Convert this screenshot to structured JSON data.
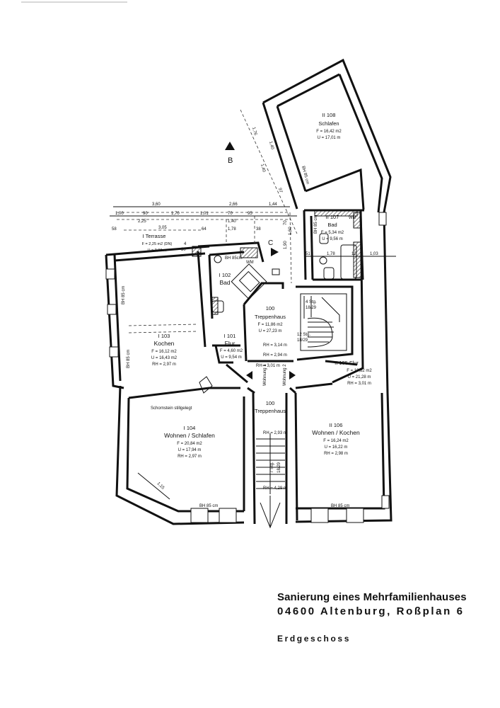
{
  "title_block": {
    "line1": "Sanierung eines Mehrfamilienhauses",
    "line2": "04600 Altenburg, Roßplan 6",
    "line3": "Erdgeschoss"
  },
  "section_markers": {
    "b": "B",
    "c": "C"
  },
  "rooms": {
    "r108": {
      "id": "II 108",
      "name": "Schlafen",
      "area": "F = 16,42 m2",
      "perimeter": "U = 17,01 m"
    },
    "r107": {
      "id": "II 107",
      "name": "Bad",
      "area": "F = 5,34 m2",
      "perimeter": "U = 9,56 m",
      "wm": "WM",
      "sill": "BH 85 cm"
    },
    "terrasse": {
      "id": "I Terrasse",
      "area": "F = 2,25 m2 (DN)",
      "perimeter": "U = 9,00 m"
    },
    "r102": {
      "id": "I 102",
      "name": "Bad",
      "wm": "WM",
      "sill": "BH 85cm"
    },
    "r100a": {
      "id": "100",
      "name": "Treppenhaus",
      "area": "F = 11,86 m2",
      "perimeter": "U = 27,23 m",
      "rh1": "RH = 3,14 m",
      "rh2": "RH = 2,94 m",
      "rh3": "RH = 3,01 m",
      "steps1": "4 Stg.",
      "steps1b": "18/29",
      "steps2": "12 Stg.",
      "steps2b": "18/29"
    },
    "r103": {
      "id": "I 103",
      "name": "Kochen",
      "area": "F = 16,12 m2",
      "perimeter": "U = 16,43 m2",
      "rh": "RH = 2,97 m",
      "sill1": "BH 85 cm",
      "sill2": "BH 85 cm"
    },
    "r101": {
      "id": "I 101",
      "name": "Flur",
      "area": "F = 4,60 m2",
      "perimeter": "U = 9,54 m"
    },
    "r105": {
      "id": "II 105 Flur",
      "area": "F = 10,82 m2",
      "perimeter": "U = 21,28 m",
      "rh": "RH = 3,01 m"
    },
    "wohnung1": "Wohnung 1",
    "wohnung2": "Wohnung 2",
    "schornstein": "Schornstein stillgelegt",
    "r104": {
      "id": "I 104",
      "name": "Wohnen / Schlafen",
      "area": "F = 20,84 m2",
      "perimeter": "U = 17,94 m",
      "rh": "RH = 2,97 m",
      "sill": "BH 85 cm",
      "diag": "1,15"
    },
    "r100b": {
      "id": "100",
      "name": "Treppenhaus",
      "rh1": "RH = 2,93 m",
      "rh2": "RH = 4,29 m",
      "steps": "7 Stg.",
      "stepsb": "18/29"
    },
    "r106": {
      "id": "II 106",
      "name": "Wohnen / Kochen",
      "area": "F = 16,24 m2",
      "perimeter": "U = 16,22 m",
      "rh": "RH = 2,98 m",
      "sill": "BH 85 cm"
    }
  },
  "dimensions": {
    "d360": "3,60",
    "d266": "2,66",
    "d144": "1,44",
    "d100": "1,00",
    "d90": "90",
    "d170": "1,70",
    "d101": "1,01",
    "d70a": "70",
    "d95": "95",
    "d225": "2,25",
    "d140": "1,40",
    "d305": "3,05",
    "d58": "58",
    "d64": "64",
    "d178a": "1,78",
    "d38": "38",
    "d190": "1,90",
    "d160": "1,60",
    "d70b": "70",
    "d176": "1,76",
    "d140b": "1,40",
    "d140c": "1,40",
    "d97": "97",
    "d51": "51",
    "d178b": "1,78",
    "d12": "12",
    "d103": "1,03",
    "d4": "4",
    "d30": "30"
  }
}
